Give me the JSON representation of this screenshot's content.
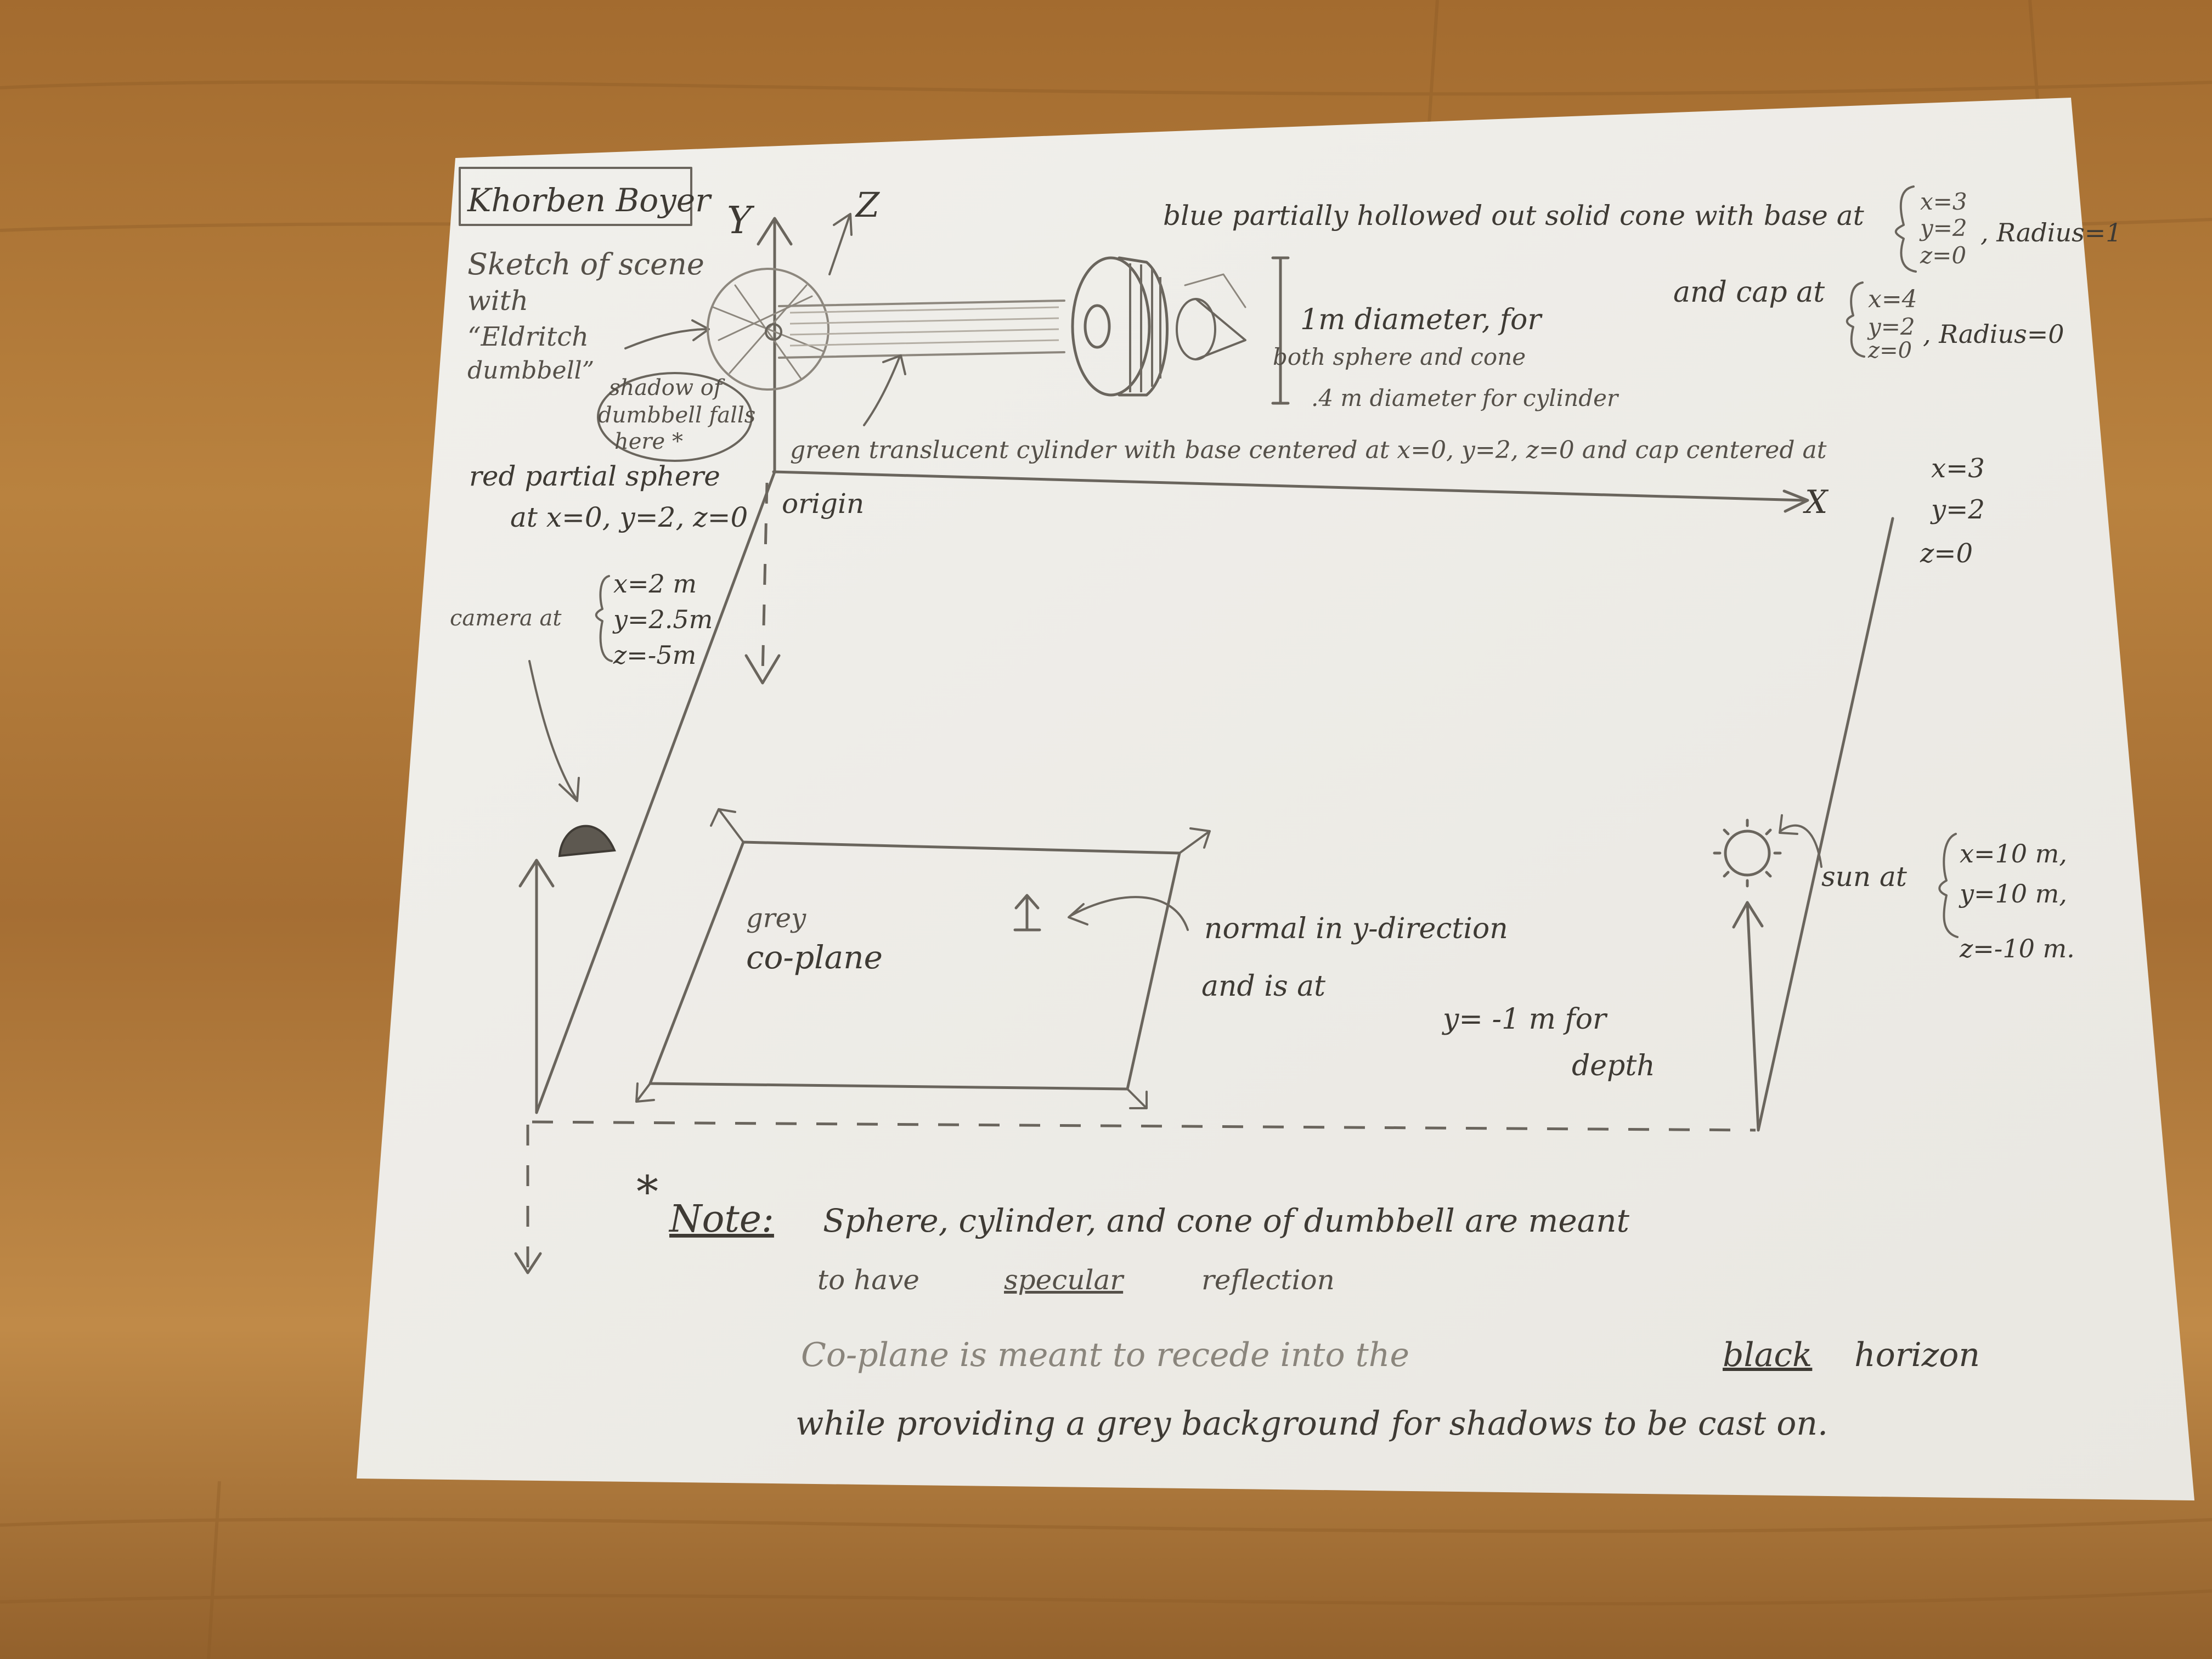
{
  "author": "Khorben Boyer",
  "sketch_title": [
    "Sketch of scene",
    "with",
    "“Eldritch",
    "dumbbell”"
  ],
  "shadow_note": [
    "shadow of",
    "dumbbell falls",
    "here *"
  ],
  "axes": {
    "y": "Y",
    "z": "Z",
    "x": "X"
  },
  "cone_desc": {
    "line1": "blue partially hollowed out solid cone with base at",
    "base": [
      "x=3",
      "y=2",
      "z=0"
    ],
    "base_radius": ", Radius=1",
    "cap_label": "and cap at",
    "cap": [
      "x=4",
      "y=2",
      "z=0"
    ],
    "cap_radius": ", Radius=0"
  },
  "diameter_note": [
    "1m diameter, for",
    "both sphere and cone",
    ".4 m diameter for cylinder"
  ],
  "cylinder_desc": "green translucent cylinder with base centered at x=0, y=2, z=0 and cap centered at",
  "cylinder_cap": [
    "x=3",
    "y=2",
    "z=0"
  ],
  "sphere_desc": [
    "red partial sphere",
    "at x=0, y=2, z=0"
  ],
  "origin_label": "origin",
  "camera_label": "camera at",
  "camera_pos": [
    "x=2 m",
    "y=2.5m",
    "z=-5m"
  ],
  "sun_label": "sun at",
  "sun_pos": [
    "x=10 m,",
    "y=10 m,",
    "z=-10 m."
  ],
  "plane_label": [
    "grey",
    "co-plane"
  ],
  "normal_desc": [
    "normal in y-direction",
    "and is at",
    "y= -1 m for",
    "depth"
  ],
  "note": {
    "star": "*",
    "label": "Note:",
    "line1": "Sphere, cylinder, and cone of dumbbell are meant",
    "line2_pre": "to have",
    "line2_word": "specular",
    "line2_post": "reflection",
    "line3_pre": "Co-plane is meant to recede into the",
    "line3_word": "black",
    "line3_post": "horizon",
    "line4": "while providing a grey background for shadows to be cast on."
  },
  "colors": {
    "table": "#b07a3c",
    "paper": "#f4f3ef",
    "pencil": "#5b564e"
  }
}
